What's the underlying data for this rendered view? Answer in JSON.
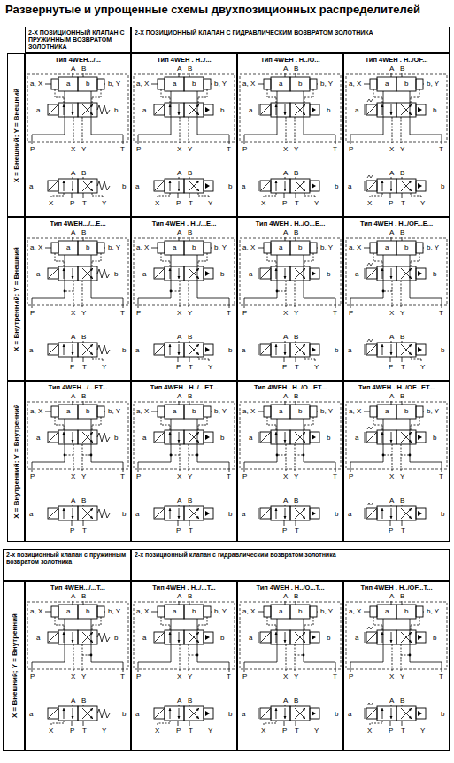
{
  "diagram": {
    "title": "Развернутые и упрощенные схемы двухпозиционных распределителей",
    "nodes": [
      {
        "text": [
          "2-Х ПОЗИЦИОННЫЙ КЛАПАН С ПРУЖИННЫМ ВОЗВРАТОМ ЗОЛОТНИКА"
        ]
      },
      {
        "text": [
          "2-Х ПОЗИЦИОННЫЙ КЛАПАН С ГИДРАВЛИЧЕСКИМ ВОЗВРАТОМ ЗОЛОТНИКА"
        ]
      },
      {
        "text": [
          "X = Внешний; Y = Внешний"
        ]
      },
      {
        "text": [
          "Тип 4WEH.../..."
        ]
      },
      {
        "text": [
          "Тип 4WEH . H../..."
        ]
      },
      {
        "text": [
          "Тип 4WEH . H../O..."
        ]
      },
      {
        "text": [
          "Тип 4WEH . H../OF..."
        ]
      },
      {
        "text": [
          "X = Внутренний; Y = Внешний"
        ]
      },
      {
        "text": [
          "Тип 4WEH.../...E..."
        ]
      },
      {
        "text": [
          "Тип 4WEH . H../...E..."
        ]
      },
      {
        "text": [
          "Тип 4WEH . H../O...E..."
        ]
      },
      {
        "text": [
          "Тип 4WEH . H../OF...E..."
        ]
      },
      {
        "text": [
          "X = Внутренний; Y = Внутренний"
        ]
      },
      {
        "text": [
          "Тип 4WEH.../...ET..."
        ]
      },
      {
        "text": [
          "Тип 4WEH . H../...ET..."
        ]
      },
      {
        "text": [
          "Тип 4WEH . H../O...ET..."
        ]
      },
      {
        "text": [
          "Тип 4WEH . H../OF...ET..."
        ]
      },
      {
        "text": [
          "2-х позиционный клапан с пружинным возвратом золотника"
        ]
      },
      {
        "text": [
          "2-х позиционный клапан с гидравлическим возвратом золотника"
        ]
      },
      {
        "text": [
          "X = Внешний; Y = Внутренний"
        ]
      },
      {
        "text": [
          "Тип 4WEH.../...T..."
        ]
      },
      {
        "text": [
          "Тип 4WEH . H../...T..."
        ]
      },
      {
        "text": [
          "Тип 4WEH . H../O...T..."
        ]
      },
      {
        "text": [
          "Тип 4WEH . H../OF...T..."
        ]
      }
    ],
    "labels": [
      "A",
      "B",
      "a, X",
      "a",
      "b",
      "b, Y",
      "a",
      "b",
      "P",
      "X",
      "Y",
      "T",
      "A",
      "B",
      "a",
      "b",
      "X",
      "P",
      "T",
      "Y",
      "A",
      "B",
      "a, X",
      "a",
      "b",
      "b, Y",
      "a",
      "b",
      "P",
      "X",
      "Y",
      "T",
      "A",
      "B",
      "a",
      "b",
      "X",
      "P",
      "T",
      "Y",
      "A",
      "B",
      "a, X",
      "a",
      "b",
      "b, Y",
      "a",
      "b",
      "P",
      "X",
      "Y",
      "T",
      "A",
      "B",
      "a",
      "b",
      "X",
      "P",
      "T",
      "Y",
      "A",
      "B",
      "a, X",
      "a",
      "b",
      "b, Y",
      "a",
      "b",
      "P",
      "X",
      "Y",
      "T",
      "A",
      "B",
      "a",
      "b",
      "X",
      "P",
      "T",
      "Y",
      "A",
      "B",
      "a, X",
      "a",
      "b",
      "b, Y",
      "a",
      "b",
      "P",
      "X",
      "Y",
      "T",
      "A",
      "B",
      "a",
      "b",
      "P",
      "T",
      "Y",
      "A",
      "B",
      "a, X",
      "a",
      "b",
      "b, Y",
      "a",
      "b",
      "P",
      "X",
      "Y",
      "T",
      "A",
      "B",
      "a",
      "b",
      "P",
      "T",
      "Y",
      "A",
      "B",
      "a, X",
      "a",
      "b",
      "b, Y",
      "a",
      "b",
      "P",
      "X",
      "Y",
      "T",
      "A",
      "B",
      "a",
      "b",
      "P",
      "T",
      "Y",
      "A",
      "B",
      "a, X",
      "a",
      "b",
      "b, Y",
      "a",
      "b",
      "P",
      "X",
      "Y",
      "T",
      "A",
      "B",
      "a",
      "b",
      "P",
      "T",
      "Y",
      "A",
      "B",
      "a, X",
      "a",
      "b",
      "b, Y",
      "a",
      "b",
      "P",
      "X",
      "Y",
      "T",
      "A",
      "B",
      "a",
      "b",
      "P",
      "T",
      "A",
      "B",
      "a, X",
      "a",
      "b",
      "b, Y",
      "a",
      "b",
      "P",
      "X",
      "Y",
      "T",
      "A",
      "B",
      "a",
      "b",
      "P",
      "T",
      "A",
      "B",
      "a, X",
      "a",
      "b",
      "b, Y",
      "a",
      "b",
      "P",
      "X",
      "Y",
      "T",
      "A",
      "B",
      "a",
      "b",
      "P",
      "T",
      "A",
      "B",
      "a, X",
      "a",
      "b",
      "b, Y",
      "a",
      "b",
      "P",
      "X",
      "Y",
      "T",
      "A",
      "B",
      "a",
      "b",
      "P",
      "T",
      "A",
      "B",
      "a, X",
      "a",
      "b",
      "b, Y",
      "a",
      "b",
      "P",
      "X",
      "Y",
      "T",
      "A",
      "B",
      "a",
      "b",
      "X",
      "P",
      "T",
      "Y",
      "A",
      "B",
      "a, X",
      "a",
      "b",
      "b, Y",
      "a",
      "b",
      "P",
      "X",
      "Y",
      "T",
      "A",
      "B",
      "a",
      "b",
      "X",
      "P",
      "T",
      "Y",
      "A",
      "B",
      "a, X",
      "a",
      "b",
      "b, Y",
      "a",
      "b",
      "P",
      "X",
      "Y",
      "T",
      "A",
      "B",
      "a",
      "b",
      "X",
      "P",
      "T",
      "Y",
      "A",
      "B",
      "a, X",
      "a",
      "b",
      "b, Y",
      "a",
      "b",
      "P",
      "X",
      "Y",
      "T",
      "A",
      "B",
      "a",
      "b",
      "X",
      "P",
      "T",
      "Y"
    ]
  }
}
